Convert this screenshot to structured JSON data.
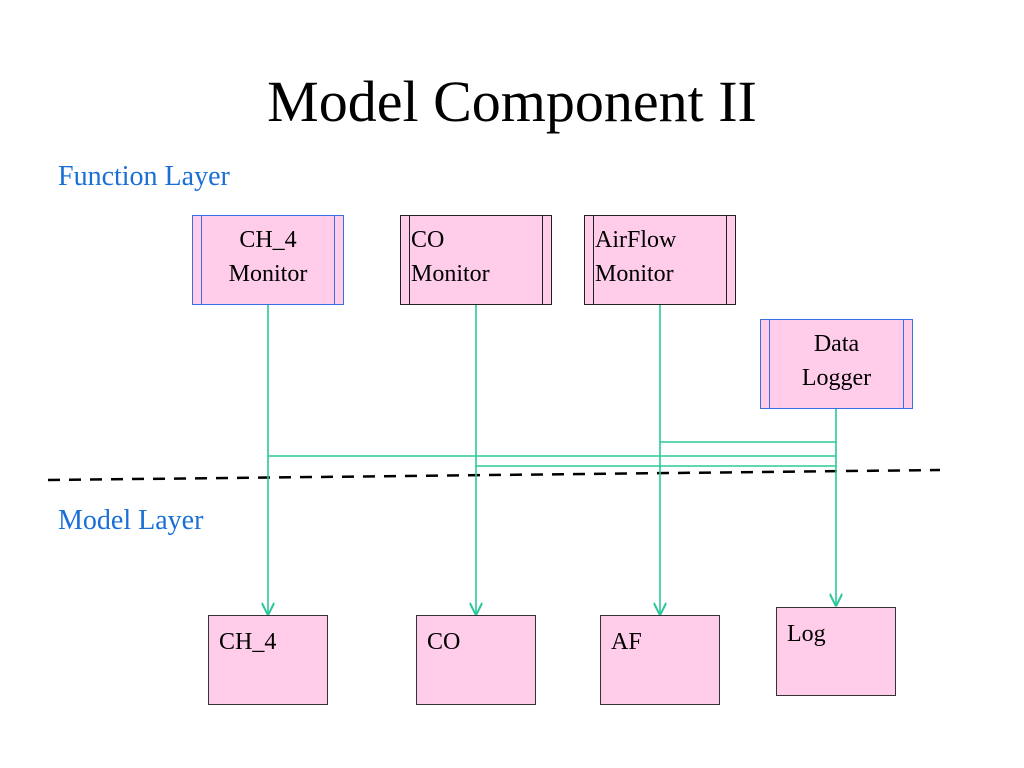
{
  "title": "Model Component II",
  "layers": {
    "function": "Function Layer",
    "model": "Model Layer"
  },
  "function_components": [
    {
      "label": "CH_4\nMonitor"
    },
    {
      "label": "CO\nMonitor"
    },
    {
      "label": "AirFlow\nMonitor"
    },
    {
      "label": "Data\nLogger"
    }
  ],
  "model_components": [
    {
      "label": "CH_4"
    },
    {
      "label": "CO"
    },
    {
      "label": "AF"
    },
    {
      "label": "Log"
    }
  ],
  "colors": {
    "box_fill": "#ffccea",
    "connector": "#2ec79a",
    "layer_label": "#1a6fd6",
    "highlight_border": "#3b6fe0"
  }
}
